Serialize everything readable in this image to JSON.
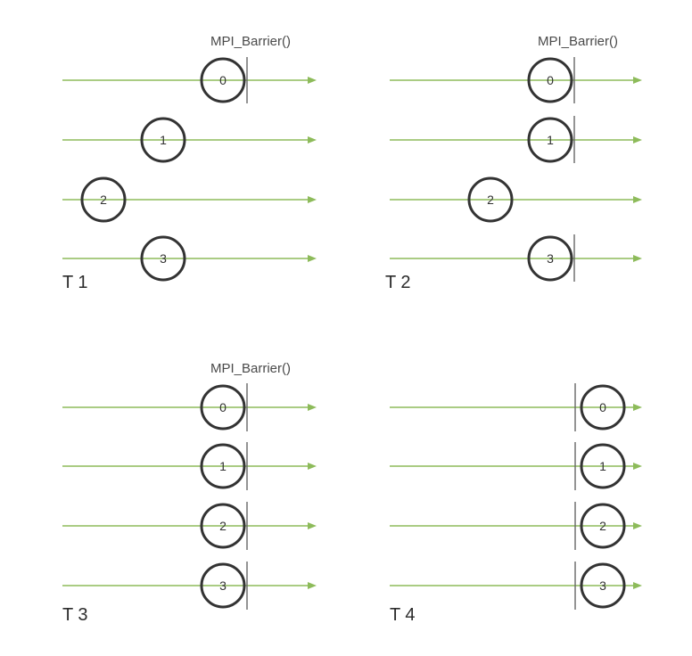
{
  "colors": {
    "timeline": "#8dbb5a",
    "circle": "#333333",
    "barrier_line": "#666666",
    "text": "#333333"
  },
  "panels": [
    {
      "label": "T 1",
      "barrier_label": "MPI_Barrier()",
      "processes": [
        {
          "rank": "0",
          "at_barrier": true
        },
        {
          "rank": "1",
          "at_barrier": false
        },
        {
          "rank": "2",
          "at_barrier": false
        },
        {
          "rank": "3",
          "at_barrier": false
        }
      ]
    },
    {
      "label": "T 2",
      "barrier_label": "MPI_Barrier()",
      "processes": [
        {
          "rank": "0",
          "at_barrier": true
        },
        {
          "rank": "1",
          "at_barrier": true
        },
        {
          "rank": "2",
          "at_barrier": false
        },
        {
          "rank": "3",
          "at_barrier": true
        }
      ]
    },
    {
      "label": "T 3",
      "barrier_label": "MPI_Barrier()",
      "processes": [
        {
          "rank": "0",
          "at_barrier": true
        },
        {
          "rank": "1",
          "at_barrier": true
        },
        {
          "rank": "2",
          "at_barrier": true
        },
        {
          "rank": "3",
          "at_barrier": true
        }
      ]
    },
    {
      "label": "T 4",
      "barrier_label": "",
      "processes": [
        {
          "rank": "0",
          "at_barrier": false
        },
        {
          "rank": "1",
          "at_barrier": false
        },
        {
          "rank": "2",
          "at_barrier": false
        },
        {
          "rank": "3",
          "at_barrier": false
        }
      ]
    }
  ]
}
